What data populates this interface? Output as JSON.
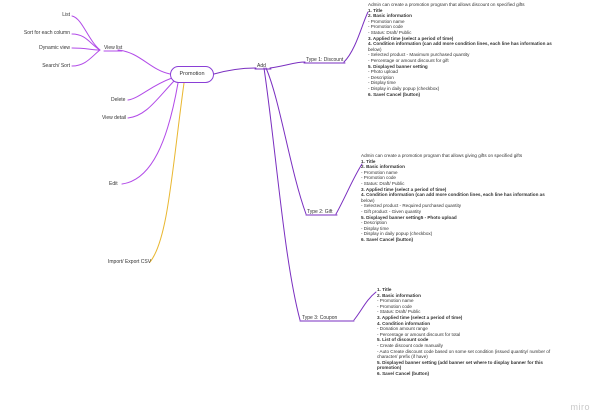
{
  "root": "Promotion",
  "left": {
    "view_list": "View list",
    "view_list_children": [
      "List",
      "Sort for each column",
      "Dynamic view",
      "Search/ Sort"
    ],
    "delete": "Delete",
    "view_detail": "View detail",
    "edit": "Edit",
    "import_export": "Import/ Export CSV"
  },
  "add": "Add",
  "types": [
    "Type 1: Discount",
    "Type 2: Gift",
    "Type 3: Coupon"
  ],
  "type1_lines": [
    {
      "t": "Admin can create a promotion program that allows discount on specified gifts",
      "b": false
    },
    {
      "t": "1. Title",
      "b": true
    },
    {
      "t": "2. Basic information",
      "b": true
    },
    {
      "t": "- Promotion name",
      "b": false
    },
    {
      "t": "- Promotion code",
      "b": false
    },
    {
      "t": "- Status: Draft/ Public",
      "b": false
    },
    {
      "t": "3. Applied time (select a period of time)",
      "b": true
    },
    {
      "t": "4. Condition information (can add more condition lines, each line has information as",
      "b": true
    },
    {
      "t": "below)",
      "b": false
    },
    {
      "t": "- Selected product - Maximum purchased quantity",
      "b": false
    },
    {
      "t": "- Percentage or amount discount for gift",
      "b": false
    },
    {
      "t": "5. Displayed banner setting",
      "b": true
    },
    {
      "t": "- Photo upload",
      "b": false
    },
    {
      "t": "- Description",
      "b": false
    },
    {
      "t": "- Display time",
      "b": false
    },
    {
      "t": "- Display in daily popup (checkbox)",
      "b": false
    },
    {
      "t": "6. Save/ Cancel (button)",
      "b": true
    }
  ],
  "type2_lines": [
    {
      "t": "Admin can create a promotion program that allows giving gifts on specified gifts",
      "b": false
    },
    {
      "t": "1. Title",
      "b": true
    },
    {
      "t": "2. Basic information",
      "b": true
    },
    {
      "t": "- Promotion name",
      "b": false
    },
    {
      "t": "- Promotion code",
      "b": false
    },
    {
      "t": "- Status: Draft/ Public",
      "b": false
    },
    {
      "t": "3. Applied time (select a period of time)",
      "b": true
    },
    {
      "t": "4. Condition information (can add more condition lines, each line has information as",
      "b": true
    },
    {
      "t": "below)",
      "b": false
    },
    {
      "t": "- Selected product - Required purchased quantity",
      "b": false
    },
    {
      "t": "- Gift product - Given quantity",
      "b": false
    },
    {
      "t": "5. Displayed banner setting5 - Photo upload",
      "b": true
    },
    {
      "t": "- Description",
      "b": false
    },
    {
      "t": "- Display time",
      "b": false
    },
    {
      "t": "- Display in daily popup (checkbox)",
      "b": false
    },
    {
      "t": "6. Save/ Cancel (button)",
      "b": true
    }
  ],
  "type3_lines": [
    {
      "t": "1. Title",
      "b": true
    },
    {
      "t": "2. Basic information",
      "b": true
    },
    {
      "t": "- Promotion name",
      "b": false
    },
    {
      "t": "- Promotion code",
      "b": false
    },
    {
      "t": "- Status: Draft/ Public",
      "b": false
    },
    {
      "t": "3. Applied time (select a period of time)",
      "b": true
    },
    {
      "t": "4. Condition information",
      "b": true
    },
    {
      "t": "- Donation amount range",
      "b": false
    },
    {
      "t": "- Percentage or amount discount for total",
      "b": false
    },
    {
      "t": "5. List of discount code",
      "b": true
    },
    {
      "t": "- Create discount code manually",
      "b": false
    },
    {
      "t": "- Auto Create discount code based on some set condition (issued quantity/ number of",
      "b": false
    },
    {
      "t": "character/ prefix (if have)",
      "b": false
    },
    {
      "t": "5. Displayed banner setting (add banner set where to display banner for this",
      "b": true
    },
    {
      "t": "promotion)",
      "b": true
    },
    {
      "t": "6. Save/ Cancel (button)",
      "b": true
    }
  ],
  "watermark": "miro",
  "colors": {
    "edge": "#a338e0",
    "edge_dark": "#7a2fc0",
    "import_edge": "#e9b730",
    "root_border": "#8a3fd6"
  }
}
